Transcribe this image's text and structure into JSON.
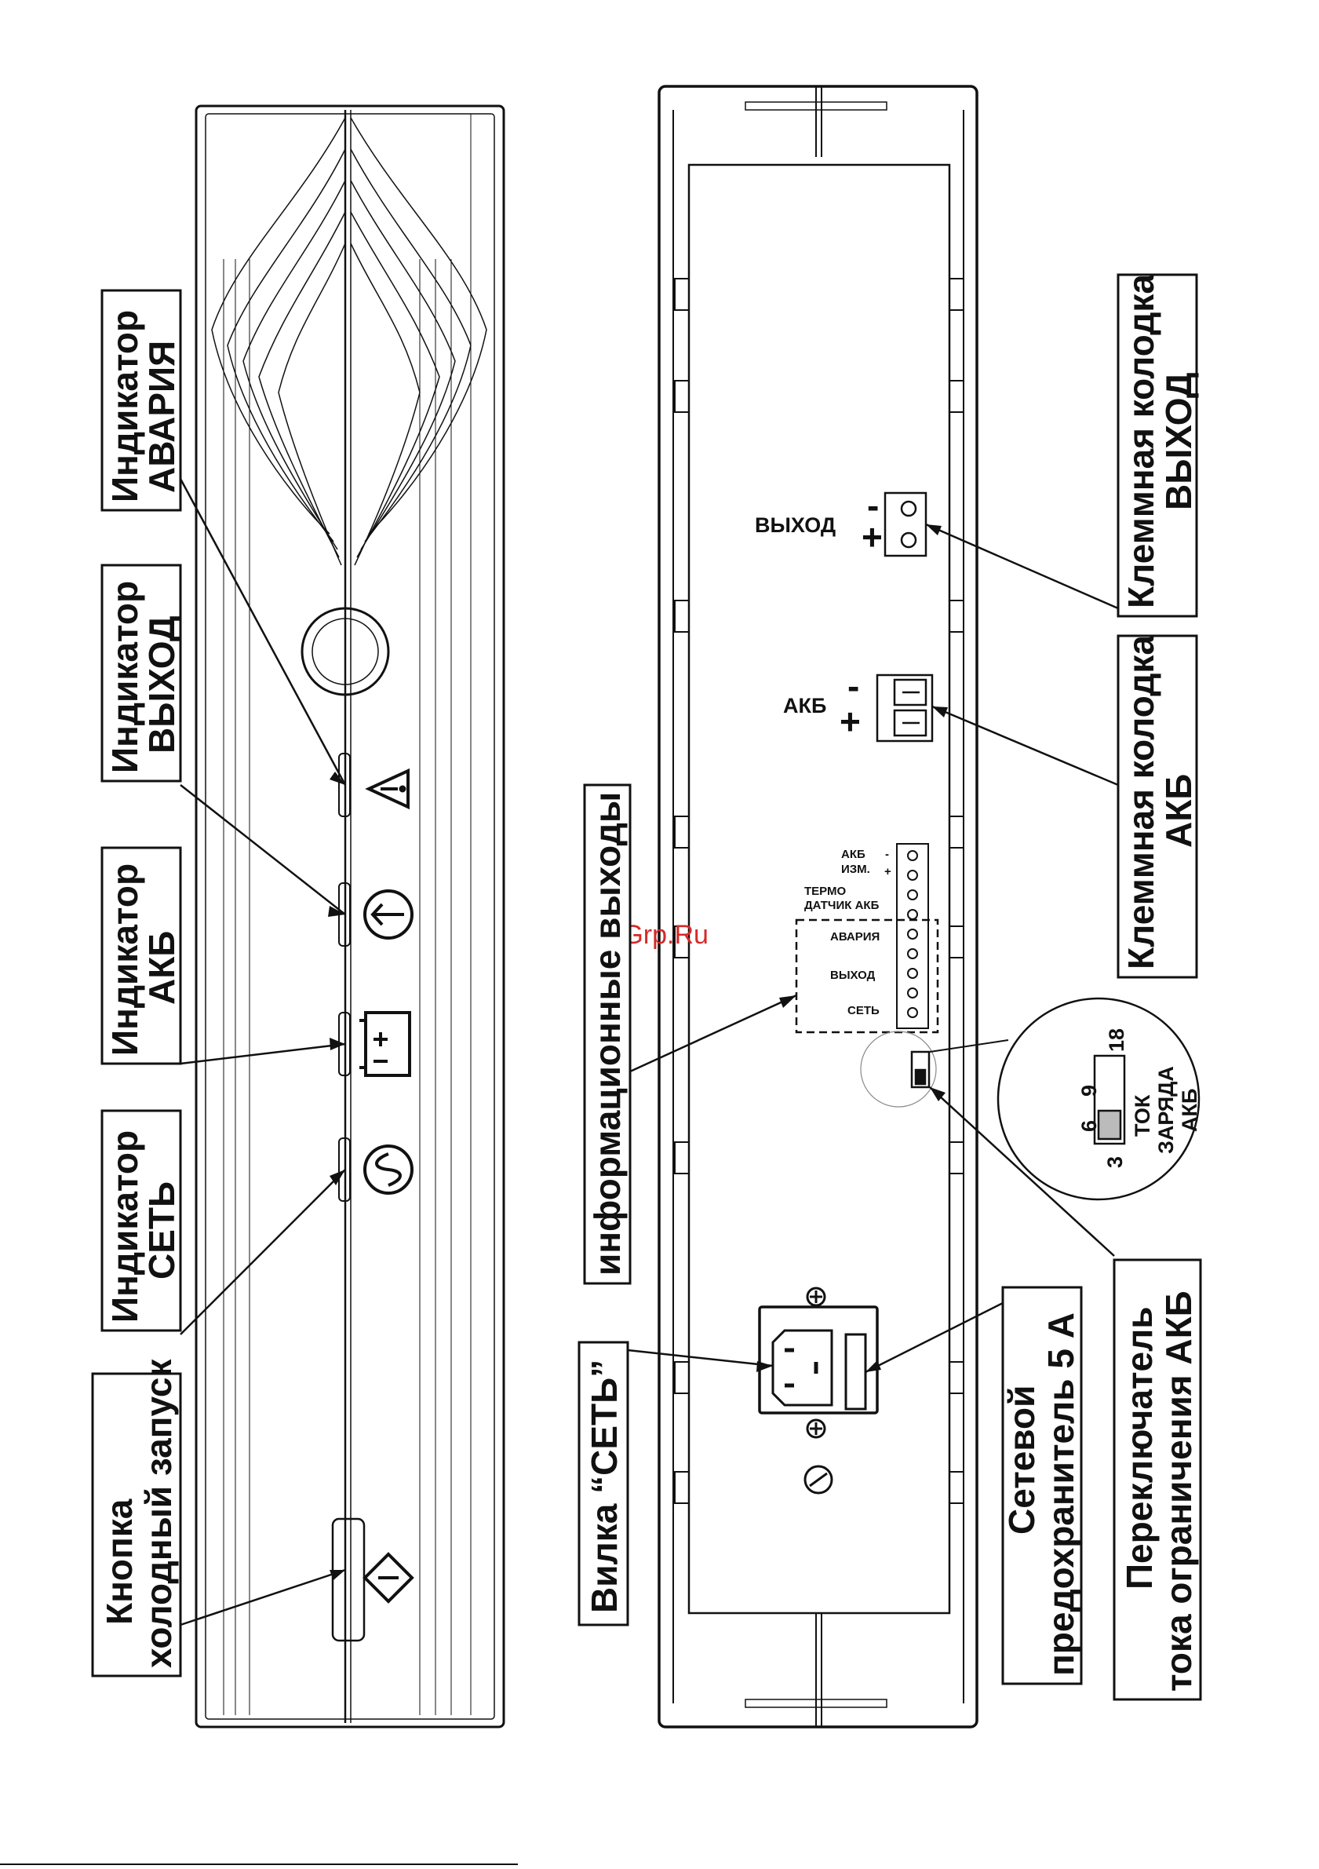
{
  "watermark": "McGrp.Ru",
  "front_panel": {
    "callouts": {
      "alarm": {
        "line1": "Индикатор",
        "line2": "АВАРИЯ"
      },
      "output": {
        "line1": "Индикатор",
        "line2": "ВЫХОД"
      },
      "battery": {
        "line1": "Индикатор",
        "line2": "АКБ"
      },
      "mains": {
        "line1": "Индикатор",
        "line2": "СЕТЬ"
      },
      "cold_start": {
        "line1": "Кнопка",
        "line2": "холодный запуск"
      }
    },
    "icons": [
      "warning-triangle",
      "arrow-up-circle",
      "battery",
      "sine-wave-circle",
      "power-diamond"
    ]
  },
  "rear_panel": {
    "labels": {
      "output_terminal": "ВЫХОД",
      "battery_terminal": "АКБ",
      "minus": "-",
      "plus": "+",
      "term_akb": "АКБ",
      "term_izm": "ИЗМ.",
      "term_thermo1": "ТЕРМО",
      "term_thermo2": "ДАТЧИК АКБ",
      "term_alarm": "АВАРИЯ",
      "term_output": "ВЫХОД",
      "term_mains": "СЕТЬ",
      "switch_3": "3",
      "switch_6": "6",
      "switch_9": "9",
      "switch_18": "18",
      "tok1": "ТОК",
      "tok2": "ЗАРЯДА",
      "tok3": "АКБ"
    },
    "callouts": {
      "term_out": {
        "line1": "Клеммная колодка",
        "line2": "ВЫХОД"
      },
      "term_akb": {
        "line1": "Клеммная колодка",
        "line2": "АКБ"
      },
      "info_outputs": "информационные выходы",
      "switch": {
        "line1": "Переключатель",
        "line2": "тока ограничения АКБ"
      },
      "fuse": {
        "line1": "Сетевой",
        "line2": "предохранитель 5 А"
      },
      "plug": "Вилка “СЕТЬ”"
    }
  }
}
